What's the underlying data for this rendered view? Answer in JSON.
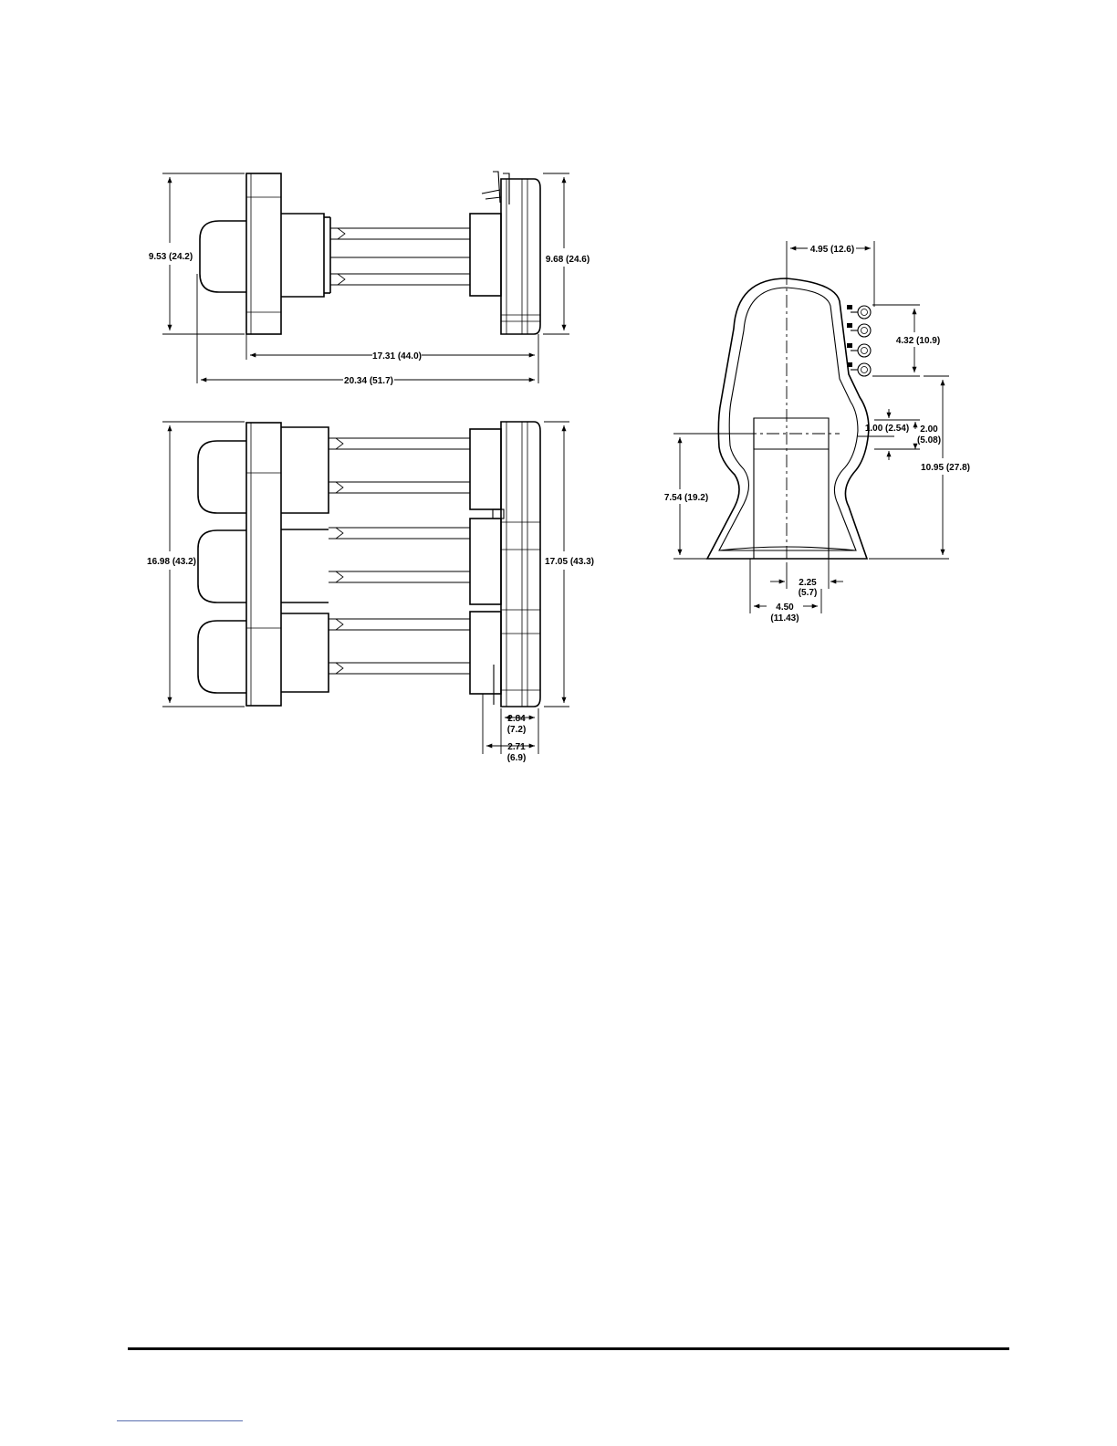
{
  "top_view": {
    "height_left": "9.53 (24.2)",
    "height_right": "9.68 (24.6)",
    "span_inner": "17.31 (44.0)",
    "span_overall": "20.34 (51.7)"
  },
  "front_view": {
    "height_left": "16.98 (43.2)",
    "height_right": "17.05 (43.3)",
    "depth_a_line1": "2.84",
    "depth_a_line2": "(7.2)",
    "depth_b_line1": "2.71",
    "depth_b_line2": "(6.9)"
  },
  "side_view": {
    "top_offset": "4.95 (12.6)",
    "indicator_span": "4.32 (10.9)",
    "window_height": "1.00 (2.54)",
    "window_gap_line1": "2.00",
    "window_gap_line2": "(5.08)",
    "body_height": "10.95 (27.8)",
    "lower_height": "7.54 (19.2)",
    "half_width_line1": "2.25",
    "half_width_line2": "(5.7)",
    "full_width_line1": "4.50",
    "full_width_line2": "(11.43)"
  }
}
